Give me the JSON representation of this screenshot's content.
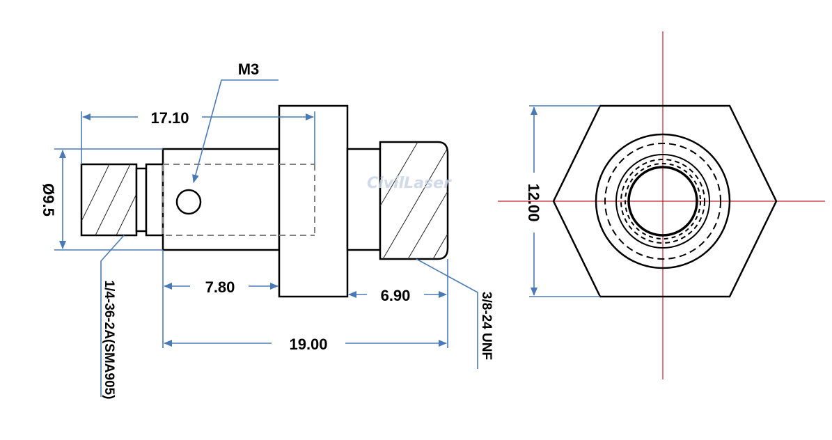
{
  "side_view": {
    "dim_length_to_hole": "17.10",
    "dim_diameter": "Ø9.5",
    "callout_set_screw": "M3",
    "callout_left_thread": "1/4-36-2A(SMA905)",
    "dim_body_length": "7.80",
    "dim_right_thread_length": "6.90",
    "dim_total_length": "19.00",
    "callout_right_thread": "3/8-24 UNF"
  },
  "end_view": {
    "dim_across_corners": "12.00"
  },
  "watermark": "CivilLaser",
  "colors": {
    "outline": "#000000",
    "dimension": "#4a7ab5",
    "centerline": "#c0202a",
    "hidden_line": "#808080"
  }
}
